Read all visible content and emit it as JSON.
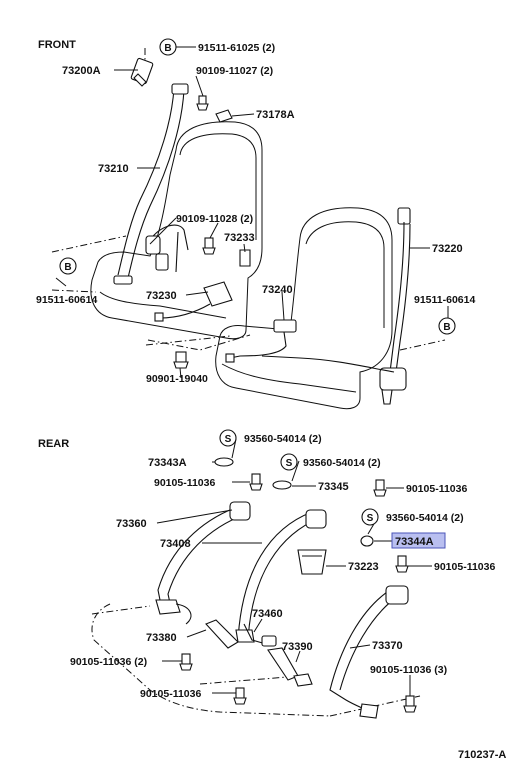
{
  "sections": {
    "front": "FRONT",
    "rear": "REAR"
  },
  "figure_id": "710237-A",
  "highlighted_part": "73344A",
  "callouts": [
    {
      "id": "b-91511-61025",
      "badge": "B",
      "text": "91511-61025 (2)"
    },
    {
      "id": "73200a",
      "text": "73200A"
    },
    {
      "id": "90109-11027",
      "text": "90109-11027 (2)"
    },
    {
      "id": "73178a",
      "text": "73178A"
    },
    {
      "id": "73210",
      "text": "73210"
    },
    {
      "id": "90109-11028",
      "text": "90109-11028 (2)"
    },
    {
      "id": "73233",
      "text": "73233"
    },
    {
      "id": "73220",
      "text": "73220"
    },
    {
      "id": "b-91511-60614-left-badge",
      "badge": "B",
      "text": ""
    },
    {
      "id": "91511-60614-left",
      "text": "91511-60614"
    },
    {
      "id": "73240",
      "text": "73240"
    },
    {
      "id": "91511-60614-right",
      "text": "91511-60614"
    },
    {
      "id": "73230",
      "text": "73230"
    },
    {
      "id": "b-right-badge",
      "badge": "B",
      "text": ""
    },
    {
      "id": "90901-19040",
      "text": "90901-19040"
    },
    {
      "id": "s-93560-54014-a",
      "badge": "S",
      "text": "93560-54014 (2)"
    },
    {
      "id": "73343a",
      "text": "73343A"
    },
    {
      "id": "s-93560-54014-b",
      "badge": "S",
      "text": "93560-54014 (2)"
    },
    {
      "id": "90105-11036-a",
      "text": "90105-11036"
    },
    {
      "id": "73345",
      "text": "73345"
    },
    {
      "id": "90105-11036-b",
      "text": "90105-11036"
    },
    {
      "id": "73360",
      "text": "73360"
    },
    {
      "id": "s-93560-54014-c",
      "badge": "S",
      "text": "93560-54014 (2)"
    },
    {
      "id": "73408",
      "text": "73408"
    },
    {
      "id": "73344a",
      "text": "73344A"
    },
    {
      "id": "73223",
      "text": "73223"
    },
    {
      "id": "90105-11036-c",
      "text": "90105-11036"
    },
    {
      "id": "73460",
      "text": "73460"
    },
    {
      "id": "73380",
      "text": "73380"
    },
    {
      "id": "73390",
      "text": "73390"
    },
    {
      "id": "73370",
      "text": "73370"
    },
    {
      "id": "90105-11036-2",
      "text": "90105-11036 (2)"
    },
    {
      "id": "90105-11036-3",
      "text": "90105-11036 (3)"
    },
    {
      "id": "90105-11036-d",
      "text": "90105-11036"
    }
  ]
}
